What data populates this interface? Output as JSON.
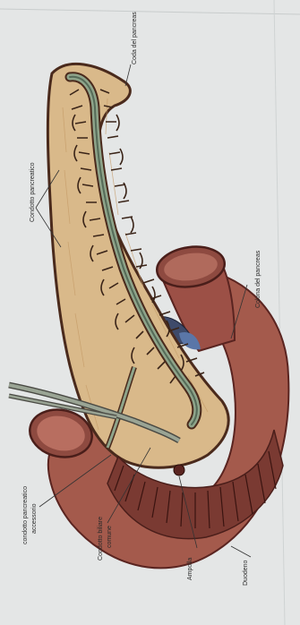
{
  "labels": {
    "coda": "Coda del pancreas",
    "dotto": "Condotto pancreatico",
    "testa": "Colona del pancreas",
    "accessorio_1": "condotto pancreatico",
    "accessorio_2": "accessorio",
    "biliare_1": "Condotto biliare",
    "biliare_2": "comune",
    "ampolla": "Ampolla",
    "duodeno": "Duodeno"
  },
  "colors": {
    "background": "#e4e6e6",
    "pancreas": "#d9b98a",
    "pancreas_outline": "#4a2a1c",
    "duct": "#556b58",
    "duodenum": "#a45a4c",
    "duodenum_dark": "#6e2e2a",
    "vessel": "#3e4a6a",
    "bile": "#6e7a6e"
  }
}
